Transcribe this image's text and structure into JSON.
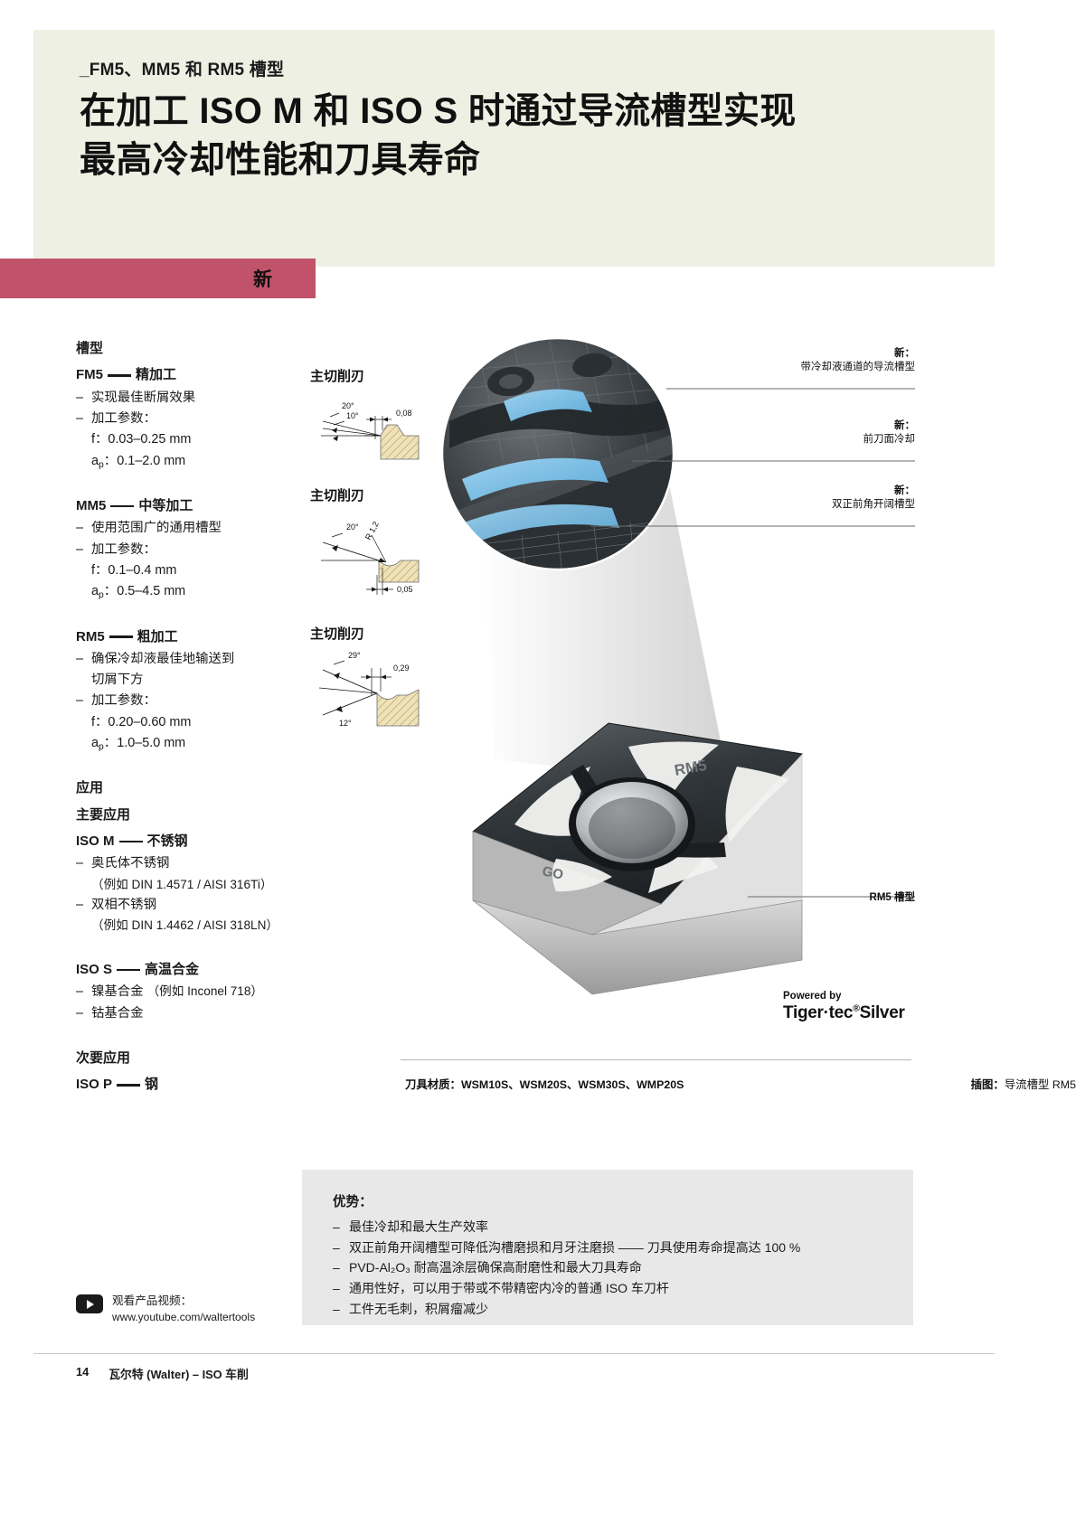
{
  "header": {
    "eyebrow": "_FM5、MM5 和 RM5 槽型",
    "headline_line1": "在加工 ISO M 和 ISO S 时通过导流槽型实现",
    "headline_line2": "最高冷却性能和刀具寿命",
    "badge": "新",
    "badge_color": "#c0536a",
    "band_color": "#eef0e3"
  },
  "left": {
    "section_title": "槽型",
    "groups": [
      {
        "code": "FM5",
        "name": "精加工",
        "bullets": [
          "实现最佳断屑效果",
          "加工参数："
        ],
        "params": [
          {
            "sym": "f",
            "sub": "",
            "value": "0.03–0.25 mm"
          },
          {
            "sym": "a",
            "sub": "p",
            "value": "0.1–2.0 mm"
          }
        ]
      },
      {
        "code": "MM5",
        "name": "中等加工",
        "bullets": [
          "使用范围广的通用槽型",
          "加工参数："
        ],
        "params": [
          {
            "sym": "f",
            "sub": "",
            "value": "0.1–0.4 mm"
          },
          {
            "sym": "a",
            "sub": "p",
            "value": "0.5–4.5 mm"
          }
        ]
      },
      {
        "code": "RM5",
        "name": "粗加工",
        "bullets": [
          "确保冷却液最佳地输送到",
          "切屑下方",
          "加工参数："
        ],
        "params": [
          {
            "sym": "f",
            "sub": "",
            "value": "0.20–0.60 mm"
          },
          {
            "sym": "a",
            "sub": "p",
            "value": "1.0–5.0 mm"
          }
        ]
      }
    ],
    "application_title": "应用",
    "primary_title": "主要应用",
    "iso_m": {
      "code": "ISO M",
      "name": "不锈钢",
      "items": [
        {
          "text": "奥氏体不锈钢",
          "note": "（例如 DIN 1.4571 / AISI 316Ti）"
        },
        {
          "text": "双相不锈钢",
          "note": "（例如 DIN 1.4462 / AISI 318LN）"
        }
      ]
    },
    "iso_s": {
      "code": "ISO S",
      "name": "高温合金",
      "items": [
        {
          "text": "镍基合金",
          "note": "（例如 Inconel 718）"
        },
        {
          "text": "钴基合金",
          "note": ""
        }
      ]
    },
    "secondary_title": "次要应用",
    "iso_p": {
      "code": "ISO P",
      "name": "钢"
    }
  },
  "diagrams": [
    {
      "title": "主切削刃",
      "id": "fm5-profile",
      "labels": [
        "20°",
        "10°",
        "0,08"
      ]
    },
    {
      "title": "主切削刃",
      "id": "mm5-profile",
      "labels": [
        "20°",
        "R 1,2",
        "0,05"
      ]
    },
    {
      "title": "主切削刃",
      "id": "rm5-profile",
      "labels": [
        "29°",
        "0,29",
        "12°"
      ]
    }
  ],
  "photo": {
    "callouts": [
      {
        "tag": "新：",
        "text": "带冷却液通道的导流槽型"
      },
      {
        "tag": "新：",
        "text": "前刀面冷却"
      },
      {
        "tag": "新：",
        "text": "双正前角开阔槽型"
      }
    ],
    "insert_label": "RM5 槽型",
    "powered_by": "Powered by",
    "brand": "Tiger·tec",
    "brand_suffix": "Silver",
    "caption_left": "刀具材质：WSM10S、WSM20S、WSM30S、WMP20S",
    "caption_right_label": "插图：",
    "caption_right_value": "导流槽型 RM5"
  },
  "benefits": {
    "title": "优势：",
    "items": [
      "最佳冷却和最大生产效率",
      "双正前角开阔槽型可降低沟槽磨损和月牙注磨损 —— 刀具使用寿命提高达 100 %",
      "PVD-Al₂O₃ 耐高温涂层确保高耐磨性和最大刀具寿命",
      "通用性好，可以用于带或不带精密内冷的普通 ISO 车刀杆",
      "工件无毛刺，积屑瘤减少"
    ]
  },
  "footer": {
    "video_label": "观看产品视频：",
    "video_url": "www.youtube.com/waltertools",
    "page_number": "14",
    "footer_text": "瓦尔特 (Walter) – ISO 车削"
  }
}
